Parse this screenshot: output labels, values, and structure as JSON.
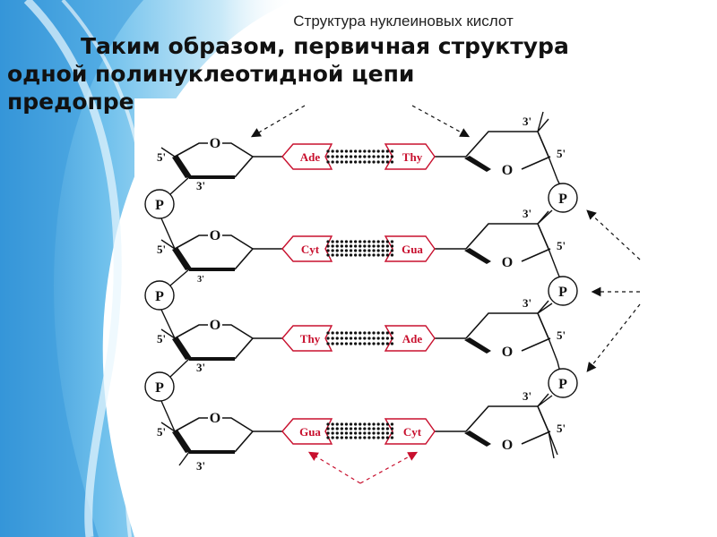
{
  "slide": {
    "header": "Структура нуклеиновых кислот",
    "title_lines": [
      "Таким образом, первичная структура",
      "одной полинуклеотидной цепи",
      "предопре"
    ]
  },
  "diagram": {
    "phosphate_label": "P",
    "ring_oxygen_label": "O",
    "prime5": "5'",
    "prime3": "3'",
    "base_pairs": [
      {
        "left": "Ade",
        "right": "Thy"
      },
      {
        "left": "Cyt",
        "right": "Gua"
      },
      {
        "left": "Thy",
        "right": "Ade"
      },
      {
        "left": "Gua",
        "right": "Cyt"
      }
    ]
  },
  "colors": {
    "base_red": "#c8102e",
    "ink": "#111111",
    "background_blue": "#4aa8e0"
  }
}
